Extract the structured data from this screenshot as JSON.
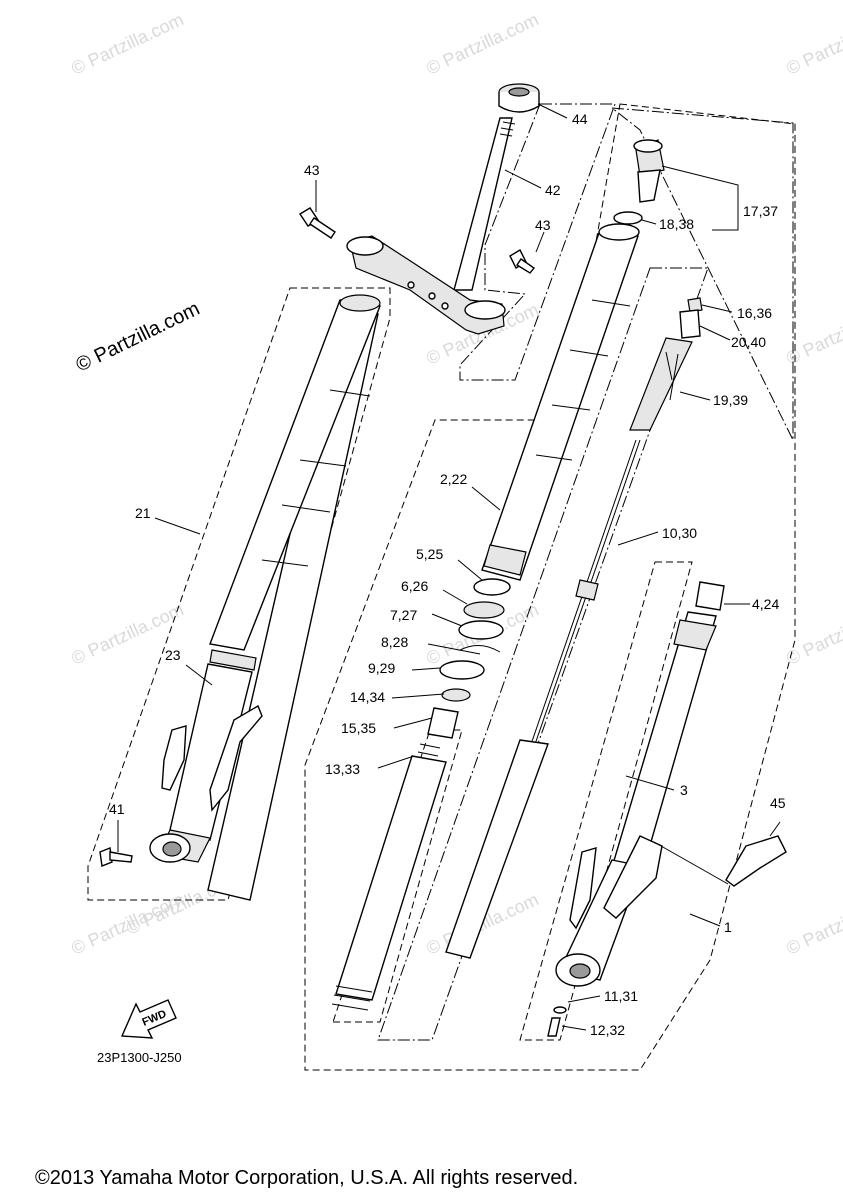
{
  "diagram": {
    "watermarks": [
      "© Partzilla.com",
      "© Partzilla.com",
      "© Partzilla.com",
      "© Partzilla.com",
      "© Partzilla.com",
      "© Partzilla.com",
      "© Partzilla.com",
      "© Partzilla.com",
      "© Partzilla.com",
      "© Partzilla.com",
      "© Partzilla.com",
      "© Partzilla.com"
    ],
    "brand_watermark": "© Partzilla.com",
    "labels": {
      "p44": "44",
      "p42": "42",
      "p43a": "43",
      "p43b": "43",
      "p17_37": "17,37",
      "p18_38": "18,38",
      "p16_36": "16,36",
      "p20_40": "20,40",
      "p19_39": "19,39",
      "p2_22": "2,22",
      "p10_30": "10,30",
      "p21": "21",
      "p5_25": "5,25",
      "p6_26": "6,26",
      "p7_27": "7,27",
      "p8_28": "8,28",
      "p9_29": "9,29",
      "p14_34": "14,34",
      "p15_35": "15,35",
      "p13_33": "13,33",
      "p4_24": "4,24",
      "p23": "23",
      "p3": "3",
      "p45": "45",
      "p41": "41",
      "p1": "1",
      "p11_31": "11,31",
      "p12_32": "12,32"
    },
    "fwd_label": "FWD",
    "diagram_code": "23P1300-J250",
    "copyright": "©2013 Yamaha Motor Corporation, U.S.A. All rights reserved."
  }
}
